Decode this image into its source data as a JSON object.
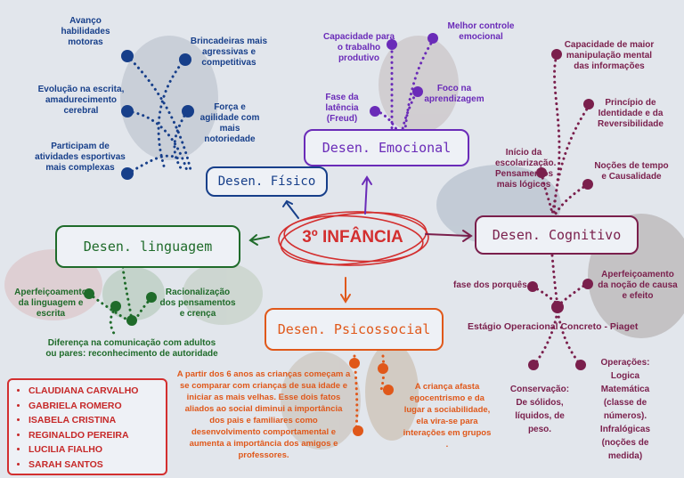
{
  "center": {
    "label": "3º INFÂNCIA"
  },
  "fisico": {
    "title": "Desen. Físico",
    "items": [
      "Avanço habilidades motoras",
      "Brincadeiras mais agressivas e competitivas",
      "Evolução na escrita, amadurecimento cerebral",
      "Força e agilidade com mais notoriedade",
      "Participam de atividades esportivas mais complexas"
    ]
  },
  "emocional": {
    "title": "Desen. Emocional",
    "items": [
      "Capacidade para o trabalho produtivo",
      "Melhor controle emocional",
      "Fase da latência (Freud)",
      "Foco na aprendizagem"
    ]
  },
  "cognitivo": {
    "title": "Desen. Cognitivo",
    "items": [
      "Capacidade de maior manipulação mental das informações",
      "Princípio de Identidade e da Reversibilidade",
      "Início da escolarização. Pensamentos mais lógicos",
      "Noções de tempo e Causalidade",
      "fase dos porquês",
      "Aperfeiçoamento da noção de causa e efeito",
      "Estágio Operacional Concreto - Piaget",
      "Conservação: De sólidos, líquidos, de peso.",
      "Operações: Logica Matemática (classe de números). Infralógicas (noções de medida)"
    ]
  },
  "linguagem": {
    "title": "Desen. linguagem",
    "items": [
      "Aperfeiçoamento da linguagem e escrita",
      "Racionalização dos pensamentos e crença",
      "Diferença na comunicação com adultos ou pares: reconhecimento de autoridade"
    ]
  },
  "psicossocial": {
    "title": "Desen. Psicossocial",
    "items": [
      "A partir dos 6 anos as crianças começam a se comparar com crianças de sua idade e iniciar as mais velhas. Esse dois fatos aliados ao social diminui a importância dos pais e familiares como desenvolvimento comportamental e aumenta a importância dos amigos e professores.",
      "A criança afasta egocentrismo e da lugar a sociabilidade, ela vira-se para interações em grupos ."
    ]
  },
  "authors": [
    "CLAUDIANA CARVALHO",
    "GABRIELA ROMERO",
    "ISABELA CRISTINA",
    "REGINALDO PEREIRA",
    "LUCILIA FIALHO",
    "SARAH SANTOS"
  ],
  "colors": {
    "fisico": "#173f8a",
    "emocional": "#6a2bb8",
    "cognitivo": "#7a1f4c",
    "linguagem": "#1f6b2a",
    "psicossocial": "#e0581a",
    "center": "#d32f2f"
  }
}
